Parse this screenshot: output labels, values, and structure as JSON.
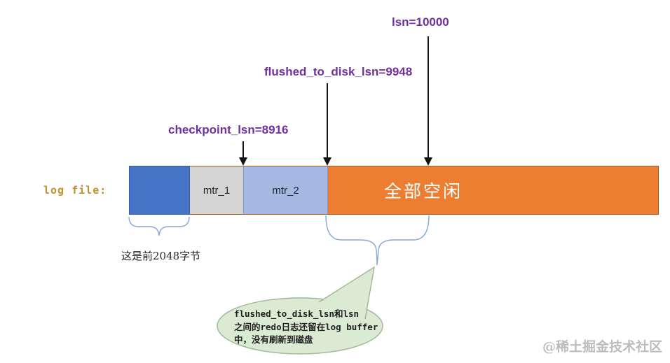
{
  "colors": {
    "pointer_text_purple": "#7030A0",
    "log_file_gold": "#C0922E",
    "bar_blue": "#4574C6",
    "bar_gray": "#D5D4D4",
    "bar_light_blue": "#A6B9E3",
    "bar_orange": "#EC7D31",
    "bar_orange_border": "#AE5A21",
    "brace_blue": "#82A9D9",
    "bubble_fill": "#DBEAD3",
    "bubble_border": "#9FB694",
    "watermark_gray": "#BCBCBC",
    "arrow_black": "#141414"
  },
  "pointers": {
    "lsn": "lsn=10000",
    "flushed_to_disk": "flushed_to_disk_lsn=9948",
    "checkpoint": "checkpoint_lsn=8916"
  },
  "log_file_label": "log file:",
  "log_bar": {
    "segments": [
      {
        "name": "first-2048-bytes-block",
        "label": ""
      },
      {
        "name": "mtr-1-block",
        "label": "mtr_1"
      },
      {
        "name": "mtr-2-block",
        "label": "mtr_2"
      },
      {
        "name": "free-space-block",
        "label": "全部空闲"
      }
    ]
  },
  "callouts": {
    "first_2048": "这是前2048字节",
    "bubble": {
      "line1": "flushed_to_disk_lsn和lsn",
      "line2": "之间的redo日志还留在log buffer",
      "line3": "中，没有刷新到磁盘"
    }
  },
  "watermark": "@稀土掘金技术社区"
}
